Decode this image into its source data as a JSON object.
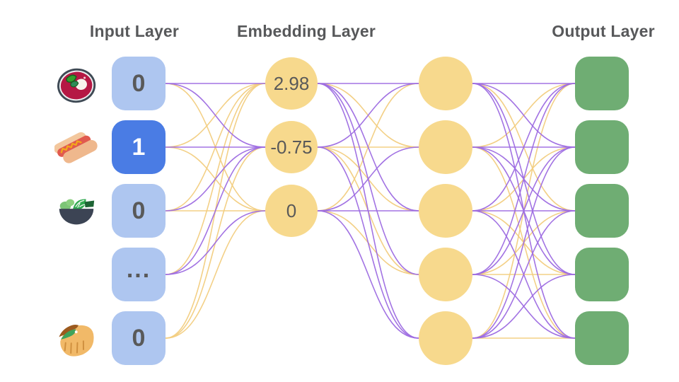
{
  "titles": {
    "input": "Input Layer",
    "embedding": "Embedding Layer",
    "output": "Output Layer"
  },
  "input_layer": {
    "nodes": [
      {
        "icon": "borscht-soup",
        "value": "0",
        "active": false
      },
      {
        "icon": "hot-dog",
        "value": "1",
        "active": true
      },
      {
        "icon": "salad",
        "value": "0",
        "active": false
      },
      {
        "icon": "none",
        "value": "...",
        "active": false
      },
      {
        "icon": "pita",
        "value": "0",
        "active": false
      }
    ]
  },
  "embedding_layer": {
    "nodes": [
      {
        "value": "2.98"
      },
      {
        "value": "-0.75"
      },
      {
        "value": "0"
      }
    ]
  },
  "hidden_layer": {
    "node_count": 5
  },
  "output_layer": {
    "node_count": 5
  },
  "connections": {
    "legend": {
      "P": "purple",
      "Y": "yellow"
    },
    "input_to_embedding": [
      [
        "P",
        "P",
        "Y"
      ],
      [
        "Y",
        "P",
        "Y"
      ],
      [
        "Y",
        "P",
        "Y"
      ],
      [
        "Y",
        "P",
        "P"
      ],
      [
        "Y",
        "Y",
        "Y"
      ]
    ],
    "embedding_to_hidden": [
      [
        "P",
        "Y",
        "P",
        "P",
        "P"
      ],
      [
        "P",
        "Y",
        "Y",
        "Y",
        "P"
      ],
      [
        "Y",
        "P",
        "P",
        "Y",
        "P"
      ]
    ],
    "hidden_to_output": [
      [
        "P",
        "P",
        "Y",
        "P",
        "P"
      ],
      [
        "Y",
        "P",
        "P",
        "P",
        "Y"
      ],
      [
        "P",
        "Y",
        "P",
        "Y",
        "P"
      ],
      [
        "P",
        "P",
        "Y",
        "Y",
        "P"
      ],
      [
        "Y",
        "P",
        "P",
        "P",
        "Y"
      ]
    ]
  },
  "colors": {
    "purple_line": "#9d6be2",
    "yellow_line": "#f2cd80",
    "input_node": "#aec6f0",
    "input_node_active": "#4a7ce4",
    "embedding_node": "#f7d98d",
    "hidden_node": "#f7d98d",
    "output_node": "#6fad73",
    "title_text": "#57585a",
    "value_text": "#595959",
    "active_value_text": "#ffffff"
  }
}
